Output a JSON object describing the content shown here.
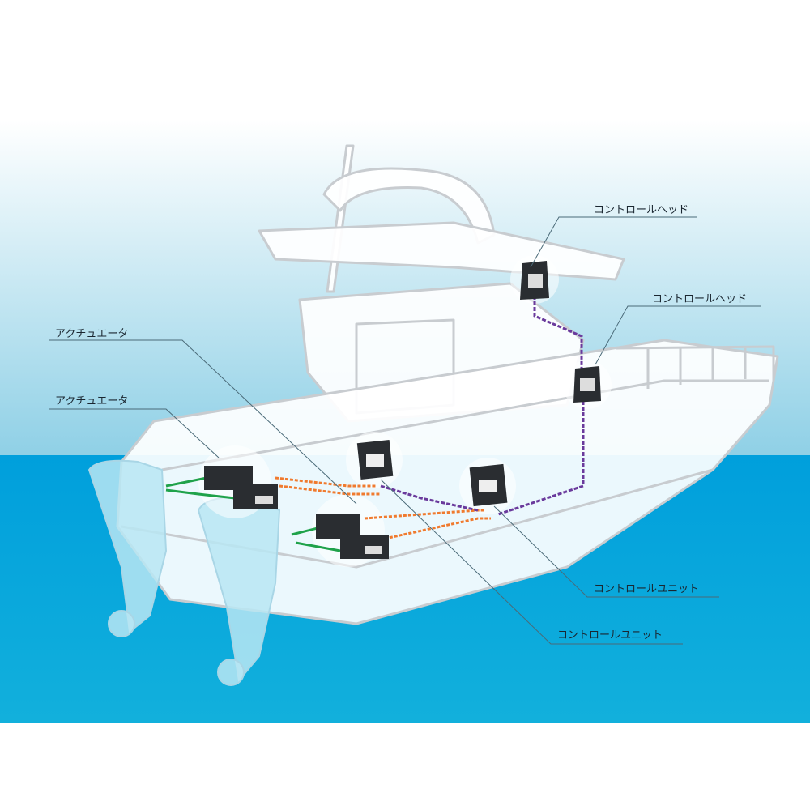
{
  "labels": {
    "control_head_1": "コントロールヘッド",
    "control_head_2": "コントロールヘッド",
    "actuator_1": "アクチュエータ",
    "actuator_2": "アクチュエータ",
    "control_unit_1": "コントロールユニット",
    "control_unit_2": "コントロールユニット"
  },
  "colors": {
    "sea": "#00a3d9",
    "sky_bottom": "#8fd0e6",
    "cable_green": "#1fa24a",
    "cable_orange": "#f07a2e",
    "cable_purple": "#6a3a9c"
  }
}
